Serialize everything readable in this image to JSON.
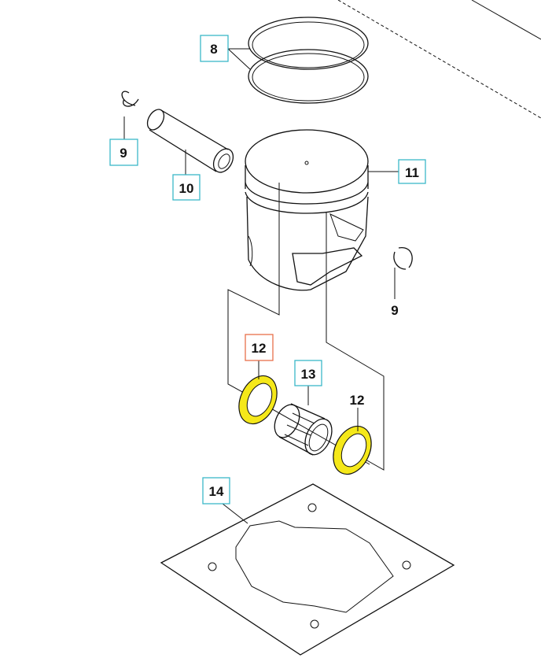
{
  "callouts": {
    "c8": "8",
    "c9a": "9",
    "c10": "10",
    "c11": "11",
    "c9b": "9",
    "c12a": "12",
    "c13": "13",
    "c12b": "12",
    "c14": "14"
  },
  "colors": {
    "callout_box": "#3bb8c8",
    "highlight_box": "#e8704a",
    "washer_fill": "#f5e81a"
  }
}
